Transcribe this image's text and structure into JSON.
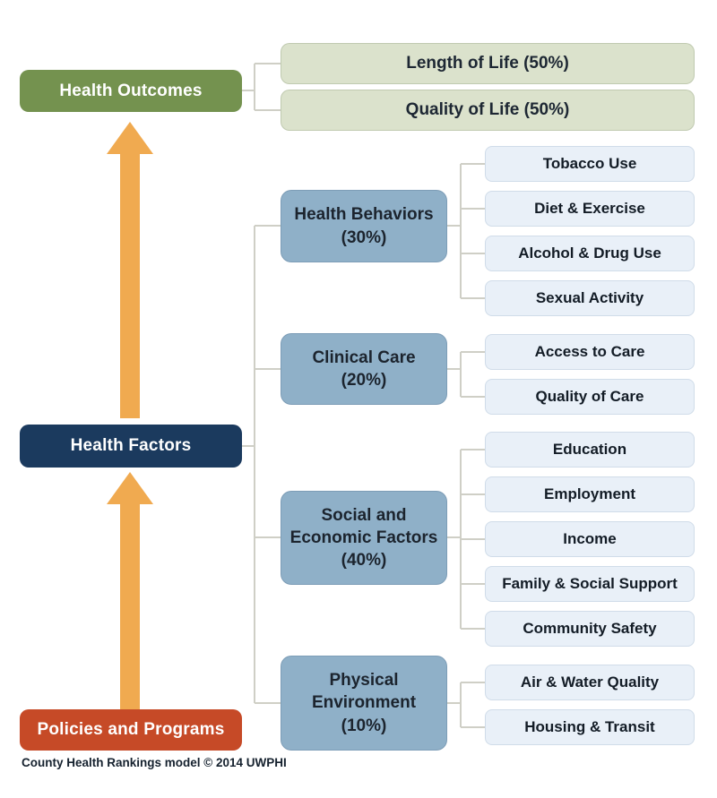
{
  "caption": "County Health Rankings model © 2014 UWPHI",
  "colors": {
    "green": "#74924f",
    "sage": "#dbe2cc",
    "navy": "#1b3a5e",
    "midblue": "#8fb0c8",
    "lightblue": "#e9f0f8",
    "red": "#c64a27",
    "orange": "#f0aa50",
    "line": "#cfcfc6"
  },
  "spine": {
    "outcomes": {
      "label": "Health Outcomes"
    },
    "factors": {
      "label": "Health Factors"
    },
    "policies": {
      "label": "Policies and Programs"
    }
  },
  "outcome_children": [
    {
      "label": "Length of Life (50%)"
    },
    {
      "label": "Quality of Life (50%)"
    }
  ],
  "factor_groups": [
    {
      "lines": [
        "Health Behaviors",
        "(30%)"
      ],
      "children": [
        "Tobacco Use",
        "Diet & Exercise",
        "Alcohol & Drug Use",
        "Sexual Activity"
      ]
    },
    {
      "lines": [
        "Clinical Care",
        "(20%)"
      ],
      "children": [
        "Access to Care",
        "Quality of Care"
      ]
    },
    {
      "lines": [
        "Social and",
        "Economic Factors",
        "(40%)"
      ],
      "children": [
        "Education",
        "Employment",
        "Income",
        "Family & Social Support",
        "Community Safety"
      ]
    },
    {
      "lines": [
        "Physical",
        "Environment",
        "(10%)"
      ],
      "children": [
        "Air & Water Quality",
        "Housing & Transit"
      ]
    }
  ]
}
